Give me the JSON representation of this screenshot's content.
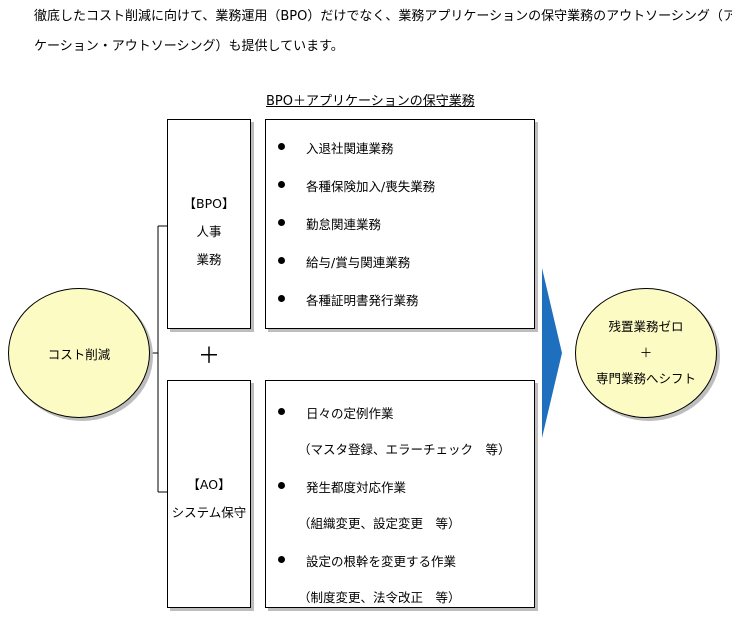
{
  "intro": {
    "line1": "徹底したコスト削減に向けて、業務運用（BPO）だけでなく、業務アプリケーションの保守業務のアウトソーシング（アプリ",
    "line2": "ケーション・アウトソーシング）も提供しています。"
  },
  "diagram": {
    "title": "BPO＋アプリケーションの保守業務",
    "source": "コスト削減",
    "bpo": {
      "label": [
        "【BPO】",
        "人事",
        "業務"
      ],
      "items": [
        "入退社関連業務",
        "各種保険加入/喪失業務",
        "勤怠関連業務",
        "給与/賞与関連業務",
        "各種証明書発行業務"
      ]
    },
    "plus": "＋",
    "ao": {
      "label": [
        "【AO】",
        "システム保守"
      ],
      "items": [
        {
          "main": "日々の定例作業",
          "sub": "（マスタ登録、エラーチェック　等）"
        },
        {
          "main": "発生都度対応作業",
          "sub": "（組織変更、設定変更　等）"
        },
        {
          "main": "設定の根幹を変更する作業",
          "sub": "（制度変更、法令改正　等）"
        }
      ]
    },
    "result": [
      "残置業務ゼロ",
      "＋",
      "専門業務へシフト"
    ]
  },
  "colors": {
    "ellipse_fill": "#fdfbc4",
    "arrow": "#1f6fbf",
    "shadow": "#bdbdbd"
  }
}
